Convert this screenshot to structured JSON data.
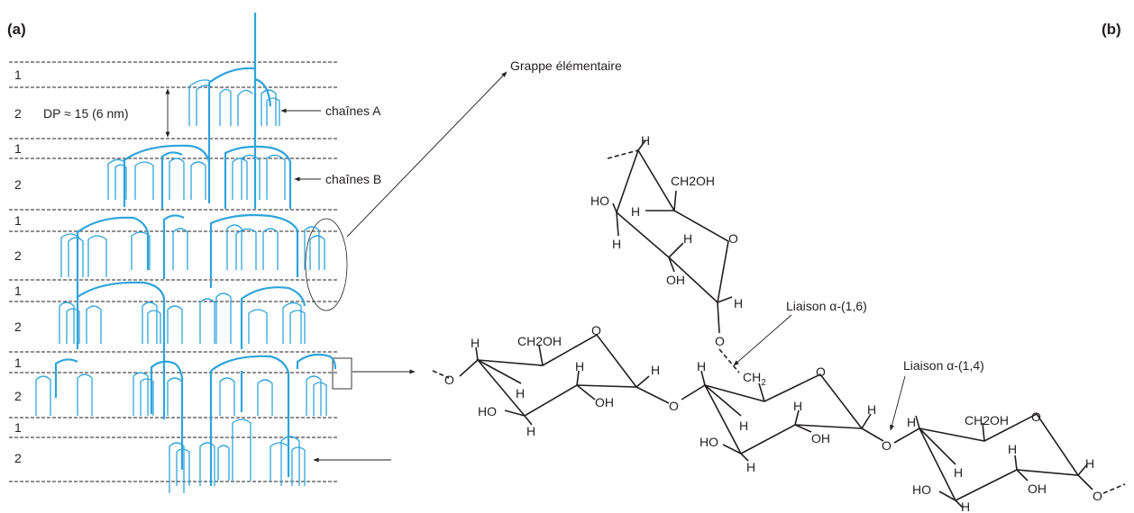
{
  "panel_labels": {
    "a": "(a)",
    "b": "(b)"
  },
  "layer_labels": [
    "1",
    "2",
    "1",
    "2",
    "1",
    "2",
    "1",
    "2",
    "1",
    "2",
    "1",
    "2"
  ],
  "annotations": {
    "dp": "DP ≈ 15 (6 nm)",
    "chains_a": "chaînes A",
    "chains_b": "chaînes B",
    "cluster": "Grappe élémentaire",
    "link_16": "Liaison α-(1,6)",
    "link_14": "Liaison α-(1,4)"
  },
  "atoms": {
    "h": "H",
    "o": "O",
    "ho": "HO",
    "oh": "OH",
    "ch2oh": "CH2OH",
    "ch2": "CH2",
    "ch2_sub": "2"
  },
  "colors": {
    "chain": "#2ea4dc",
    "ink": "#231f20"
  }
}
